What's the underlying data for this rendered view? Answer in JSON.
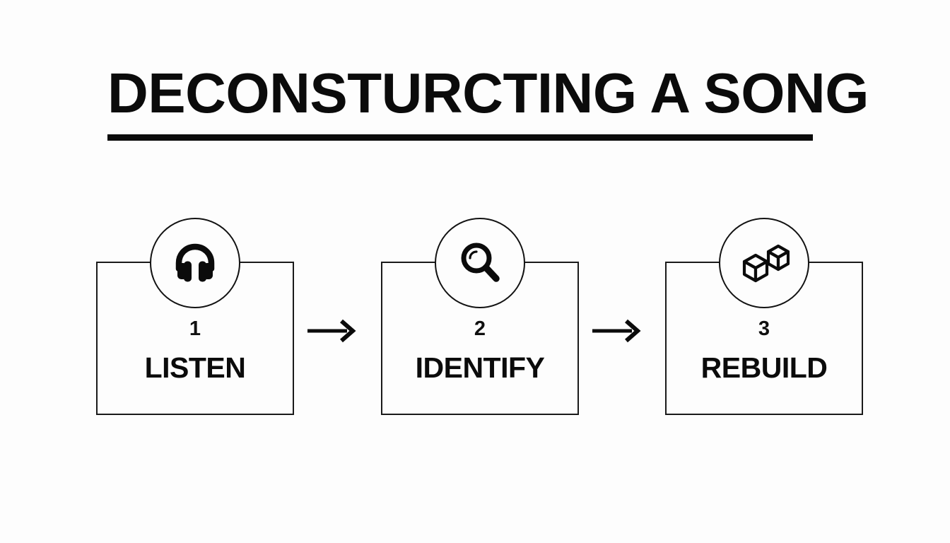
{
  "slide": {
    "background_color": "#fdfdfd",
    "ink_color": "#0b0b0b",
    "title": "DECONSTURCTING A SONG"
  },
  "flow": {
    "steps": [
      {
        "number": "1",
        "label": "LISTEN",
        "icon": "headphones-icon"
      },
      {
        "number": "2",
        "label": "IDENTIFY",
        "icon": "magnifying-glass-icon"
      },
      {
        "number": "3",
        "label": "REBUILD",
        "icon": "blocks-cubes-icon"
      }
    ],
    "connectors": [
      {
        "icon": "arrow-right-icon"
      },
      {
        "icon": "arrow-right-icon"
      }
    ]
  }
}
